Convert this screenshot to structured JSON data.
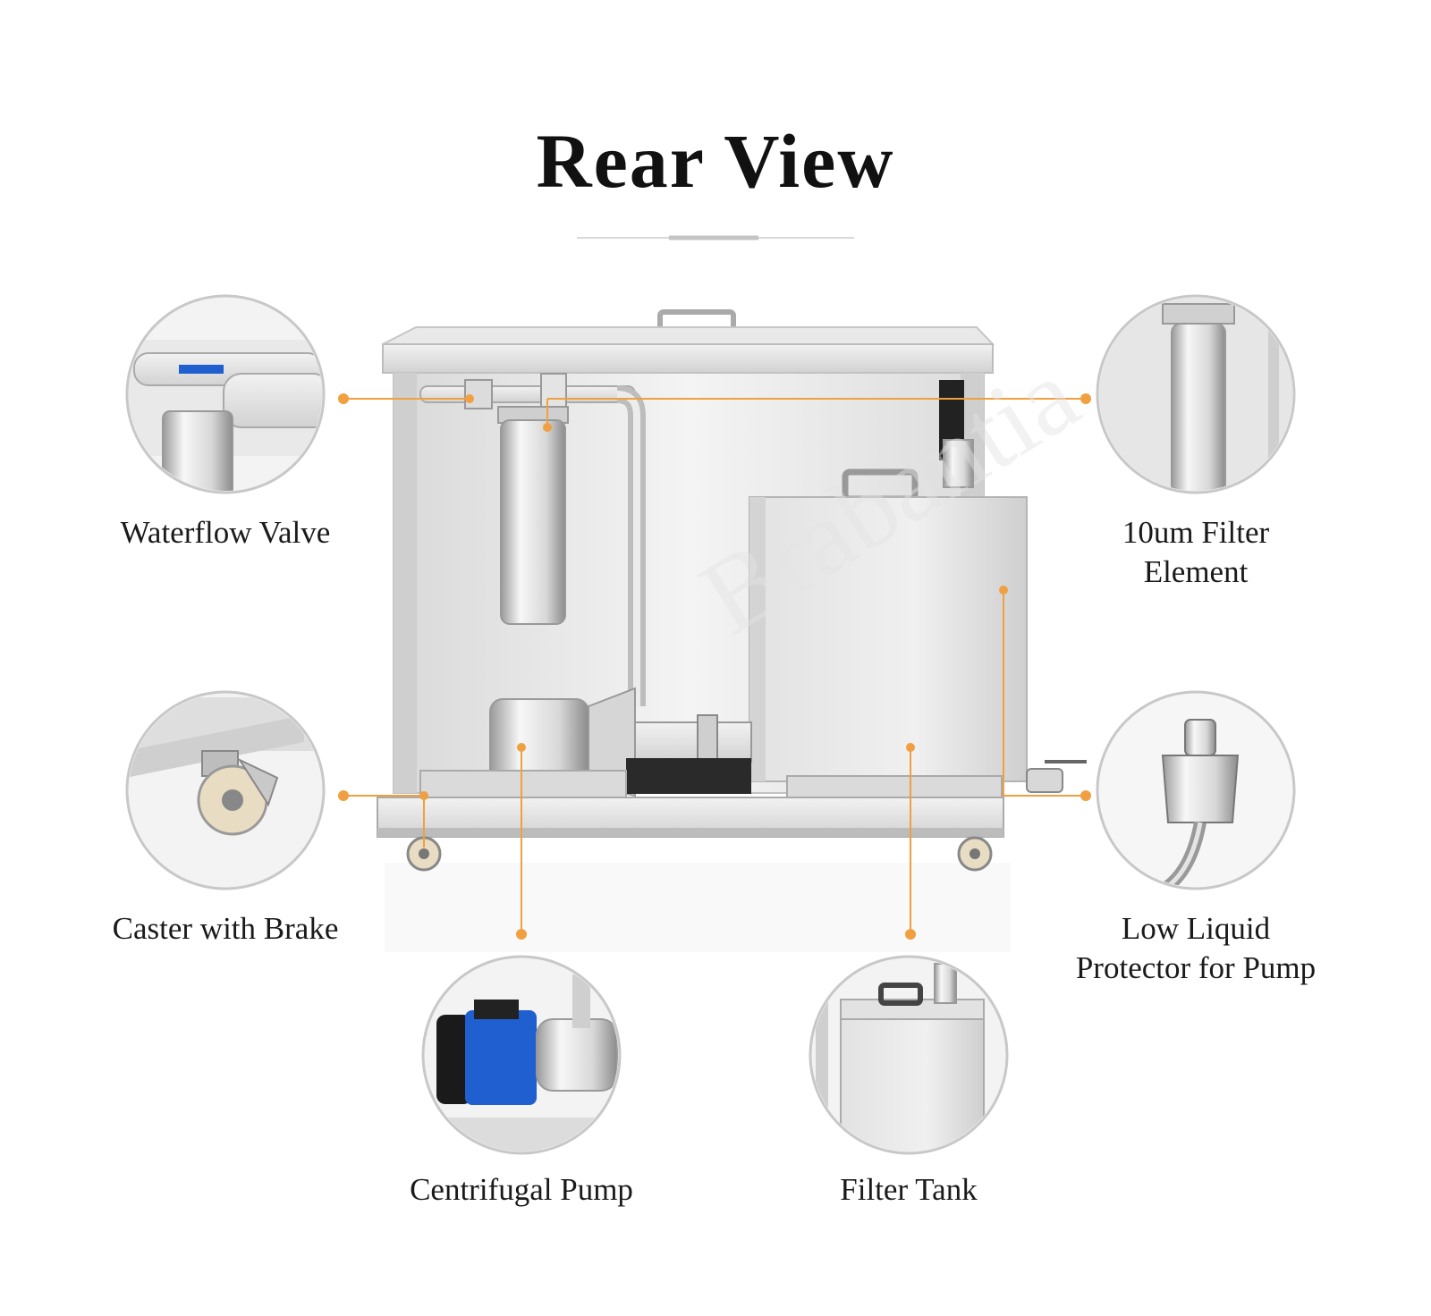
{
  "title": "Rear View",
  "watermark": "Brabantia",
  "colors": {
    "accent": "#f0a040",
    "steel_light": "#ececec",
    "steel_mid": "#d6d6d6",
    "steel_dark": "#a8a8a8",
    "motor_blue": "#1f5fd0"
  },
  "callouts": {
    "waterflow_valve": {
      "label": "Waterflow Valve",
      "icon": "valve-icon"
    },
    "filter_element": {
      "line1": "10um Filter",
      "line2": "Element",
      "icon": "filter-cartridge-icon"
    },
    "caster": {
      "label": "Caster with Brake",
      "icon": "caster-wheel-icon"
    },
    "low_liquid": {
      "line1": "Low Liquid",
      "line2": "Protector for Pump",
      "icon": "liquid-sensor-icon"
    },
    "pump": {
      "label": "Centrifugal Pump",
      "icon": "pump-motor-icon"
    },
    "filter_tank": {
      "label": "Filter Tank",
      "icon": "filter-tank-icon"
    }
  }
}
